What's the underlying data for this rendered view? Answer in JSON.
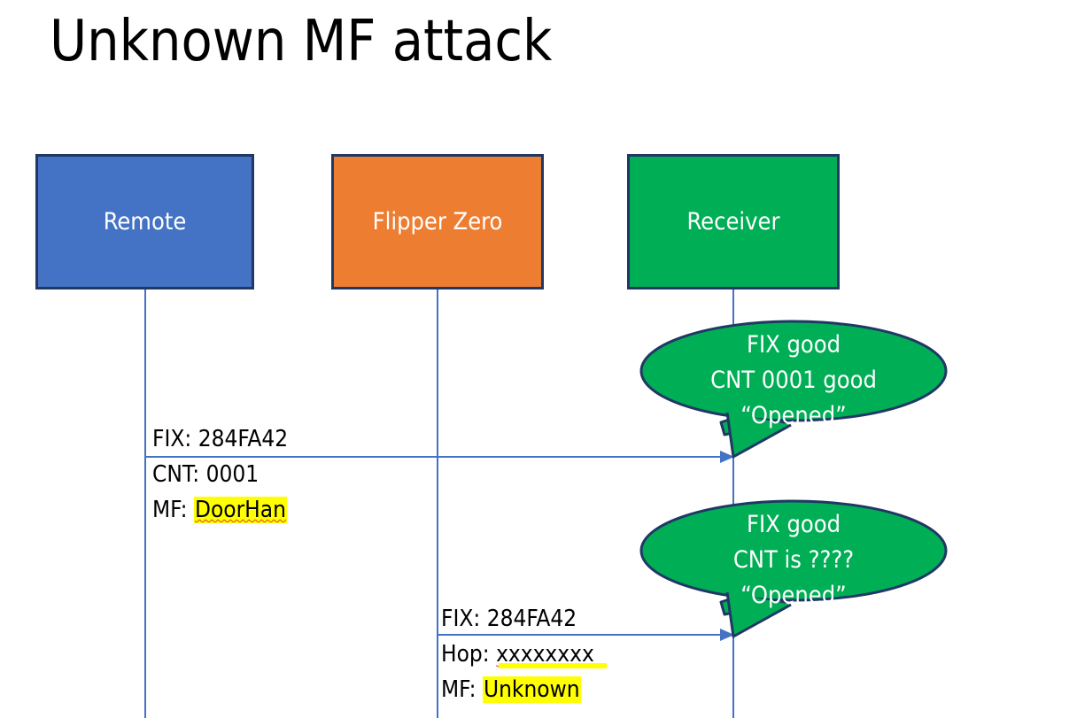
{
  "slide": {
    "title": "Unknown MF attack"
  },
  "colors": {
    "remote_fill": "#4472C4",
    "flipper_fill": "#ED7D31",
    "receiver_fill": "#00AE56",
    "box_border": "#1F3864",
    "line": "#4472C4",
    "highlight": "#FFFF00",
    "spellcheck": "#E03C31",
    "text": "#000000",
    "box_text": "#FFFFFF"
  },
  "actors": [
    {
      "id": "remote",
      "label": "Remote"
    },
    {
      "id": "flipper",
      "label": "Flipper Zero"
    },
    {
      "id": "receiver",
      "label": "Receiver"
    }
  ],
  "messages": [
    {
      "id": "msg-1",
      "from": "remote",
      "to": "receiver",
      "lines": [
        {
          "label": "FIX: ",
          "value": "284FA42",
          "highlight": false,
          "spellcheck": false
        },
        {
          "label": "CNT: ",
          "value": "0001",
          "highlight": false,
          "spellcheck": false
        },
        {
          "label": "MF: ",
          "value": "DoorHan",
          "highlight": true,
          "spellcheck": true
        }
      ]
    },
    {
      "id": "msg-2",
      "from": "flipper",
      "to": "receiver",
      "lines": [
        {
          "label": "FIX: ",
          "value": "284FA42",
          "highlight": false,
          "spellcheck": false
        },
        {
          "label": "Hop: ",
          "value": "xxxxxxxx",
          "highlight": false,
          "spellcheck": true
        },
        {
          "label": "MF: ",
          "value": "Unknown",
          "highlight": true,
          "spellcheck": false
        }
      ]
    }
  ],
  "balloons": [
    {
      "id": "balloon-1",
      "owner": "receiver",
      "lines": [
        "FIX good",
        "CNT 0001 good",
        "“Opened”"
      ]
    },
    {
      "id": "balloon-2",
      "owner": "receiver",
      "lines": [
        "FIX good",
        "CNT is ????",
        "“Opened”"
      ]
    }
  ]
}
